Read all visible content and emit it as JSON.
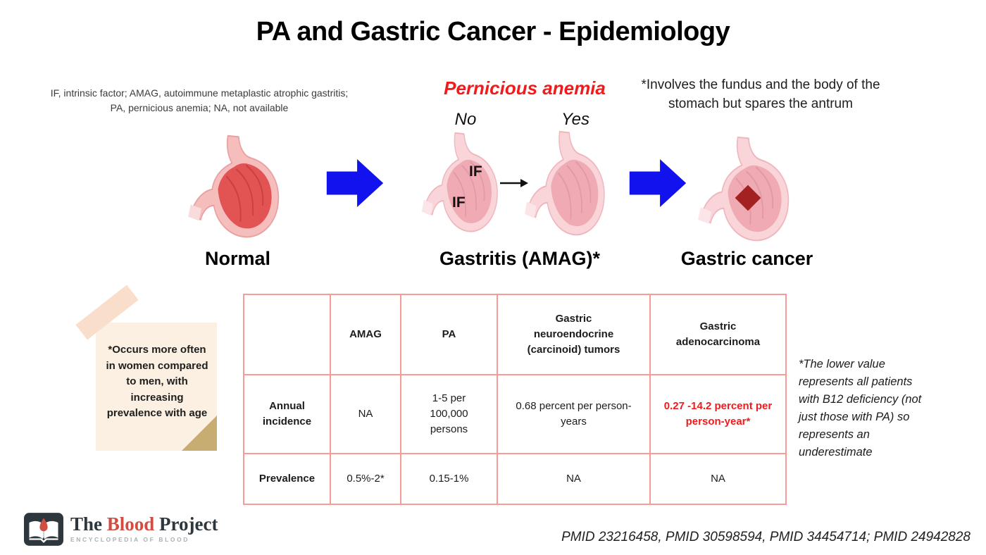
{
  "title": "PA and Gastric Cancer - Epidemiology",
  "abbreviations_note": "IF, intrinsic factor; AMAG, autoimmune metaplastic atrophic gastritis; PA, pernicious anemia; NA, not available",
  "pernicious": {
    "label": "Pernicious anemia",
    "no": "No",
    "yes": "Yes"
  },
  "fundus_note": "*Involves the fundus and the body of the stomach but spares the antrum",
  "stages": {
    "normal": "Normal",
    "gastritis": "Gastritis (AMAG)*",
    "cancer": "Gastric cancer",
    "if_label": "IF"
  },
  "table": {
    "header": [
      "",
      "AMAG",
      "PA",
      "Gastric neuroendocrine (carcinoid) tumors",
      "Gastric adenocarcinoma"
    ],
    "rows": [
      {
        "label": "Annual incidence",
        "cells": [
          "NA",
          "1-5 per 100,000 persons",
          "0.68 percent per person-years",
          "0.27 -14.2 percent per person-year*"
        ]
      },
      {
        "label": "Prevalence",
        "cells": [
          "0.5%-2*",
          "0.15-1%",
          "NA",
          "NA"
        ]
      }
    ]
  },
  "sticky_note": "*Occurs more often in women compared to men, with increasing prevalence with age",
  "lower_value_note": "*The lower value represents all patients with B12 deficiency (not just those with PA) so represents an underestimate",
  "logo": {
    "the": "The",
    "blood": "Blood",
    "project": "Project",
    "subtitle": "ENCYCLOPEDIA OF BLOOD"
  },
  "citations": "PMID 23216458, PMID 30598594, PMID 34454714; PMID 24942828",
  "colors": {
    "accent_red": "#f21b1b",
    "arrow_blue": "#1212ee",
    "table_border": "#f79b97",
    "tumor_red": "#a32121",
    "sticky_bg": "#fbf0e1",
    "sticky_tape": "#f9dcc9",
    "sticky_fold": "#c8ad72",
    "logo_dark": "#2e373d",
    "logo_red": "#d14d41",
    "logo_gray": "#a9b1b5"
  }
}
